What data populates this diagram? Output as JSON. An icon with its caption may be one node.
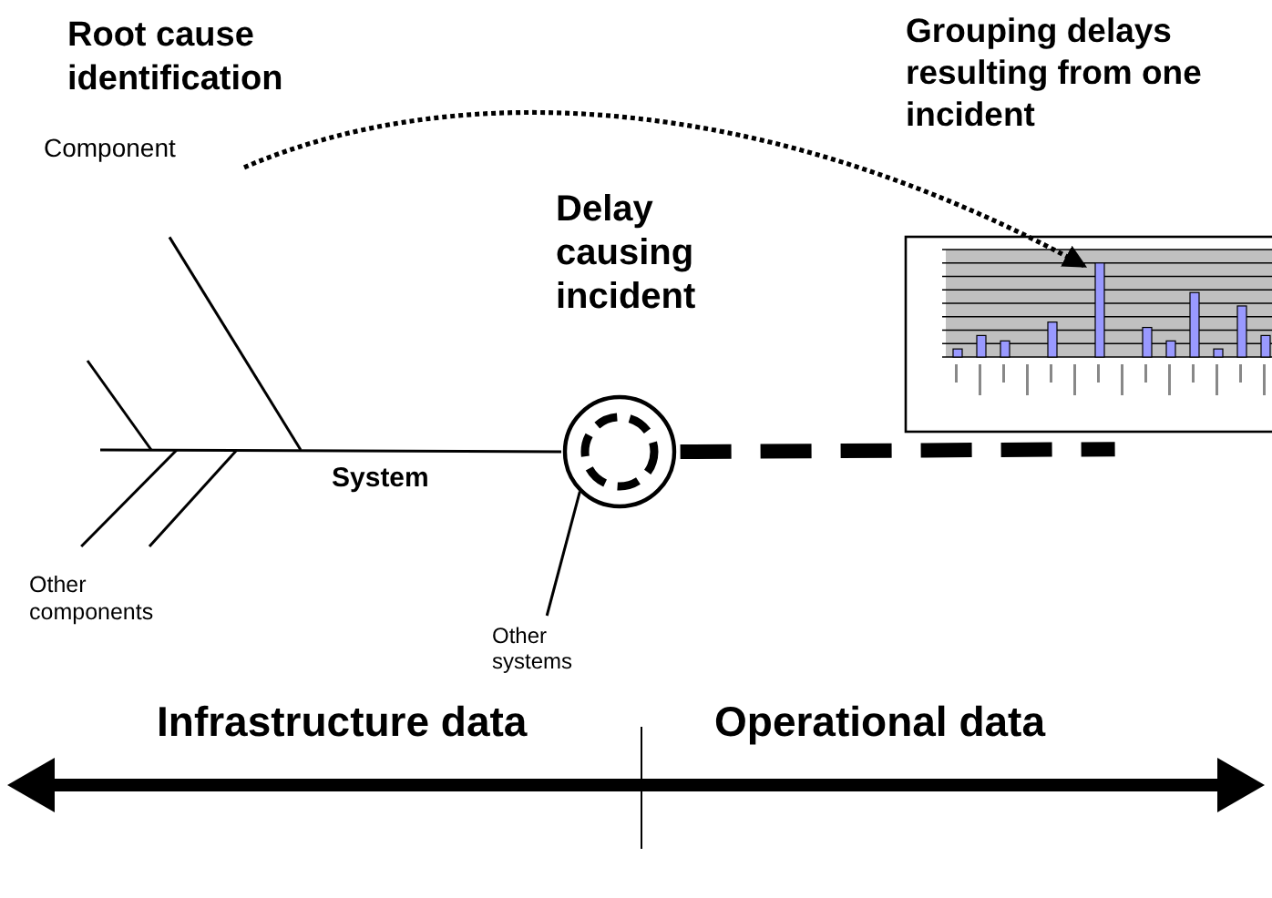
{
  "diagram": {
    "nodes": [
      {
        "text": [
          "Component"
        ]
      },
      {
        "text": [
          "Other components"
        ]
      },
      {
        "text": [
          "Delay causing incident"
        ]
      },
      {
        "text": [
          "Other systems"
        ]
      },
      {
        "text": [
          "Grouping delays resulting from one incident"
        ]
      }
    ],
    "edges": [
      {
        "from": 0,
        "to": 4,
        "arrow": "to",
        "style": "dashed"
      },
      {
        "from": null,
        "to": 2,
        "arrow": "none",
        "label": "System"
      },
      {
        "from": 0,
        "to": null,
        "arrow": "none"
      },
      {
        "from": 1,
        "to": null,
        "arrow": "none"
      },
      {
        "from": 1,
        "to": null,
        "arrow": "none"
      },
      {
        "from": 3,
        "to": 2,
        "arrow": "none"
      },
      {
        "from": 2,
        "to": 4,
        "arrow": "none",
        "style": "dashed"
      }
    ],
    "labels": [
      "Root cause identification",
      "Infrastructure data",
      "Operational data"
    ]
  }
}
